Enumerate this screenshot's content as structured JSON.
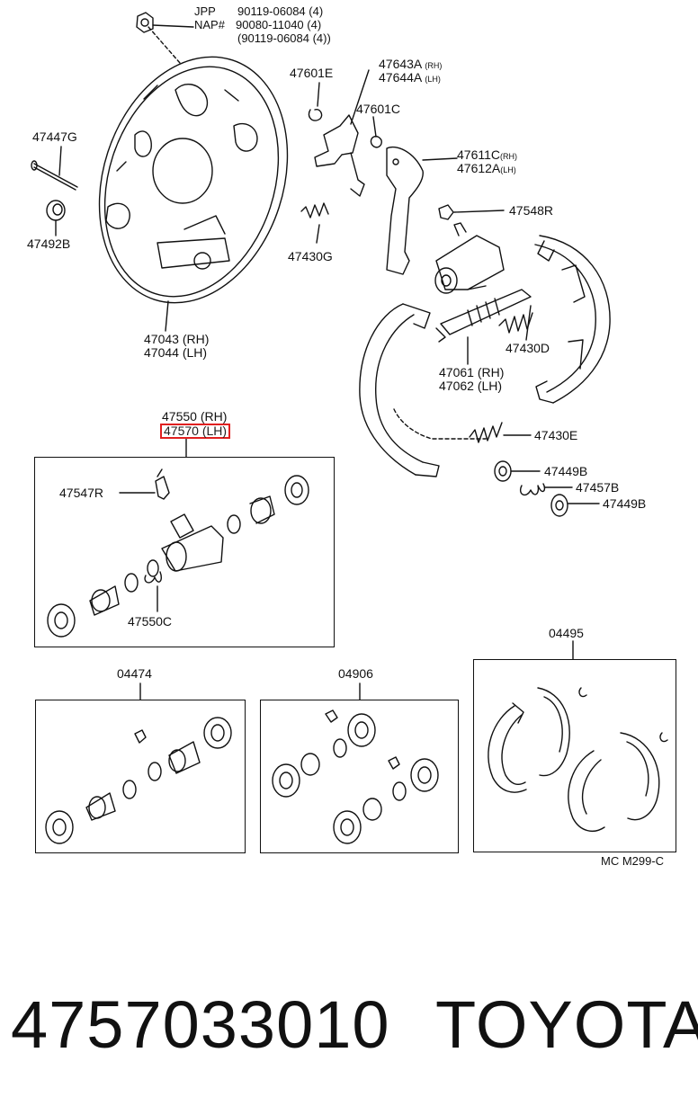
{
  "header_refs": {
    "jpp_label": "JPP",
    "jpp_part": "90119-06084 (4)",
    "nap_label": "NAP#",
    "nap_part": "90080-11040 (4)",
    "nap_alt_part": "(90119-06084 (4))"
  },
  "parts": {
    "p47601E": "47601E",
    "p47643A": "47643A",
    "p47643A_side": "(RH)",
    "p47644A": "47644A",
    "p47644A_side": "(LH)",
    "p47447G": "47447G",
    "p47601C": "47601C",
    "p47611C": "47611C",
    "p47611C_side": "(RH)",
    "p47612A": "47612A",
    "p47612A_side": "(LH)",
    "p47548R": "47548R",
    "p47492B": "47492B",
    "p47430G": "47430G",
    "p47430D": "47430D",
    "p47043": "47043 (RH)",
    "p47044": "47044 (LH)",
    "p47061": "47061 (RH)",
    "p47062": "47062 (LH)",
    "p47550": "47550 (RH)",
    "p47570": "47570 (LH)",
    "p47430E": "47430E",
    "p47449B_a": "47449B",
    "p47457B": "47457B",
    "p47449B_b": "47449B",
    "p47547R": "47547R",
    "p47550C": "47550C",
    "kit04495": "04495",
    "kit04474": "04474",
    "kit04906": "04906"
  },
  "figure_code": "MC M299-C",
  "footer": {
    "part_number": "4757033010",
    "brand": "TOYOTA"
  },
  "colors": {
    "ink": "#111111",
    "highlight": "#e02020",
    "background": "#ffffff"
  }
}
